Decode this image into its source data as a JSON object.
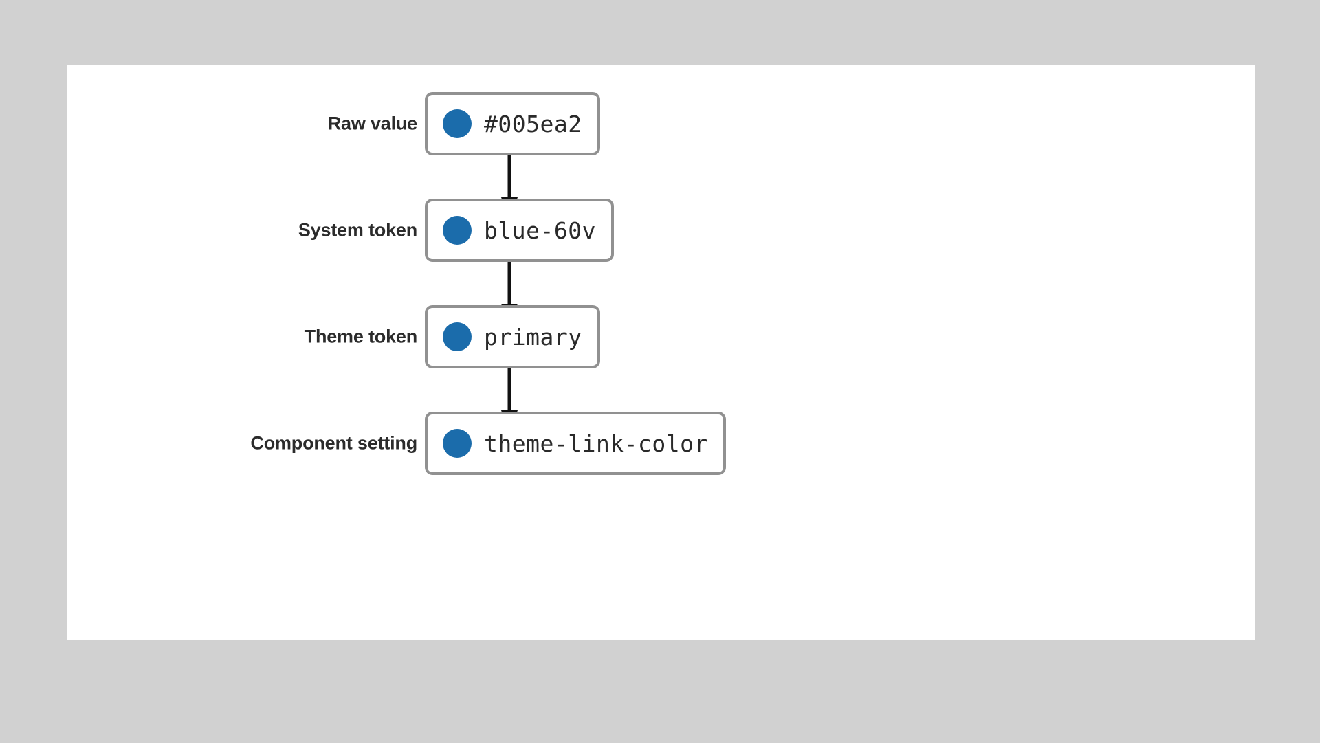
{
  "slide": {
    "background_color": "#d1d1d1",
    "panel_color": "#ffffff"
  },
  "theme": {
    "swatch_color": "#1b6cab",
    "node_border_color": "#919191",
    "node_fill_color": "#ffffff",
    "label_text_color": "#2b2b2b",
    "node_text_color": "#2a2a2a",
    "arrow_color": "#111111"
  },
  "diagram": {
    "type": "vertical-flow",
    "direction": "top-to-bottom",
    "steps": [
      {
        "label": "Raw value",
        "value": "#005ea2",
        "swatch": "swatch-dot",
        "swatch_color": "#1b6cab"
      },
      {
        "label": "System token",
        "value": "blue-60v",
        "swatch": "swatch-dot",
        "swatch_color": "#1b6cab"
      },
      {
        "label": "Theme token",
        "value": "primary",
        "swatch": "swatch-dot",
        "swatch_color": "#1b6cab"
      },
      {
        "label": "Component setting",
        "value": "theme-link-color",
        "swatch": "swatch-dot",
        "swatch_color": "#1b6cab"
      }
    ],
    "connectors": [
      {
        "from": "Raw value",
        "to": "System token",
        "icon": "arrow-down-icon"
      },
      {
        "from": "System token",
        "to": "Theme token",
        "icon": "arrow-down-icon"
      },
      {
        "from": "Theme token",
        "to": "Component setting",
        "icon": "arrow-down-icon"
      }
    ]
  }
}
